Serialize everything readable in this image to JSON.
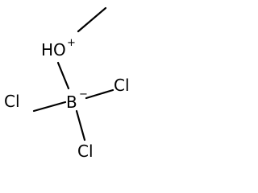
{
  "molecule": {
    "atoms": {
      "oxygen": {
        "label": "HO",
        "charge": "+"
      },
      "boron": {
        "label": "B",
        "charge": "−"
      },
      "chlorine_right": {
        "label": "Cl"
      },
      "chlorine_left": {
        "label": "Cl"
      },
      "chlorine_bottom": {
        "label": "Cl"
      }
    }
  },
  "colors": {
    "ink": "#000000",
    "background": "#ffffff"
  }
}
